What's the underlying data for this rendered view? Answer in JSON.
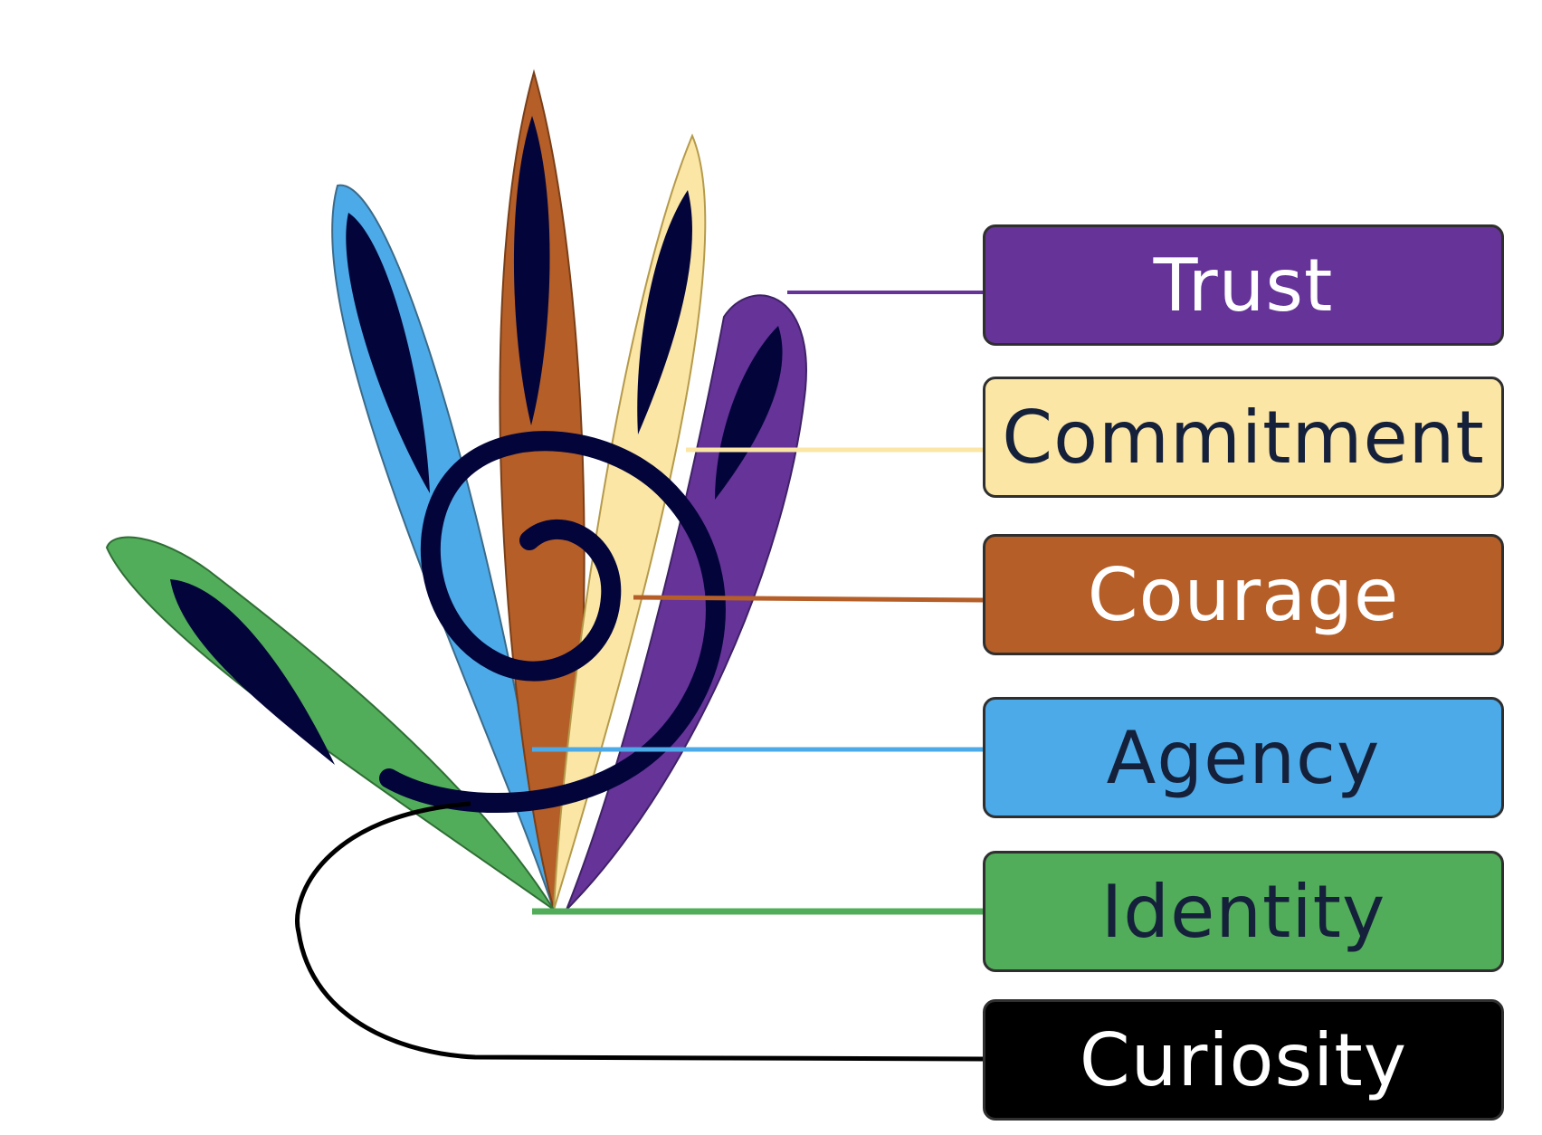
{
  "labels": [
    {
      "key": "trust",
      "text": "Trust",
      "fill": "#663399",
      "text_color": "#ffffff"
    },
    {
      "key": "commitment",
      "text": "Commitment",
      "fill": "#fbe6a6",
      "text_color": "#15203b"
    },
    {
      "key": "courage",
      "text": "Courage",
      "fill": "#b55e28",
      "text_color": "#ffffff"
    },
    {
      "key": "agency",
      "text": "Agency",
      "fill": "#4daae8",
      "text_color": "#15203b"
    },
    {
      "key": "identity",
      "text": "Identity",
      "fill": "#52ad5a",
      "text_color": "#15203b"
    },
    {
      "key": "curiosity",
      "text": "Curiosity",
      "fill": "#000000",
      "text_color": "#ffffff"
    }
  ],
  "colors": {
    "petal_core": "#03053a",
    "spiral": "#03053a",
    "curiosity_line": "#000000"
  }
}
